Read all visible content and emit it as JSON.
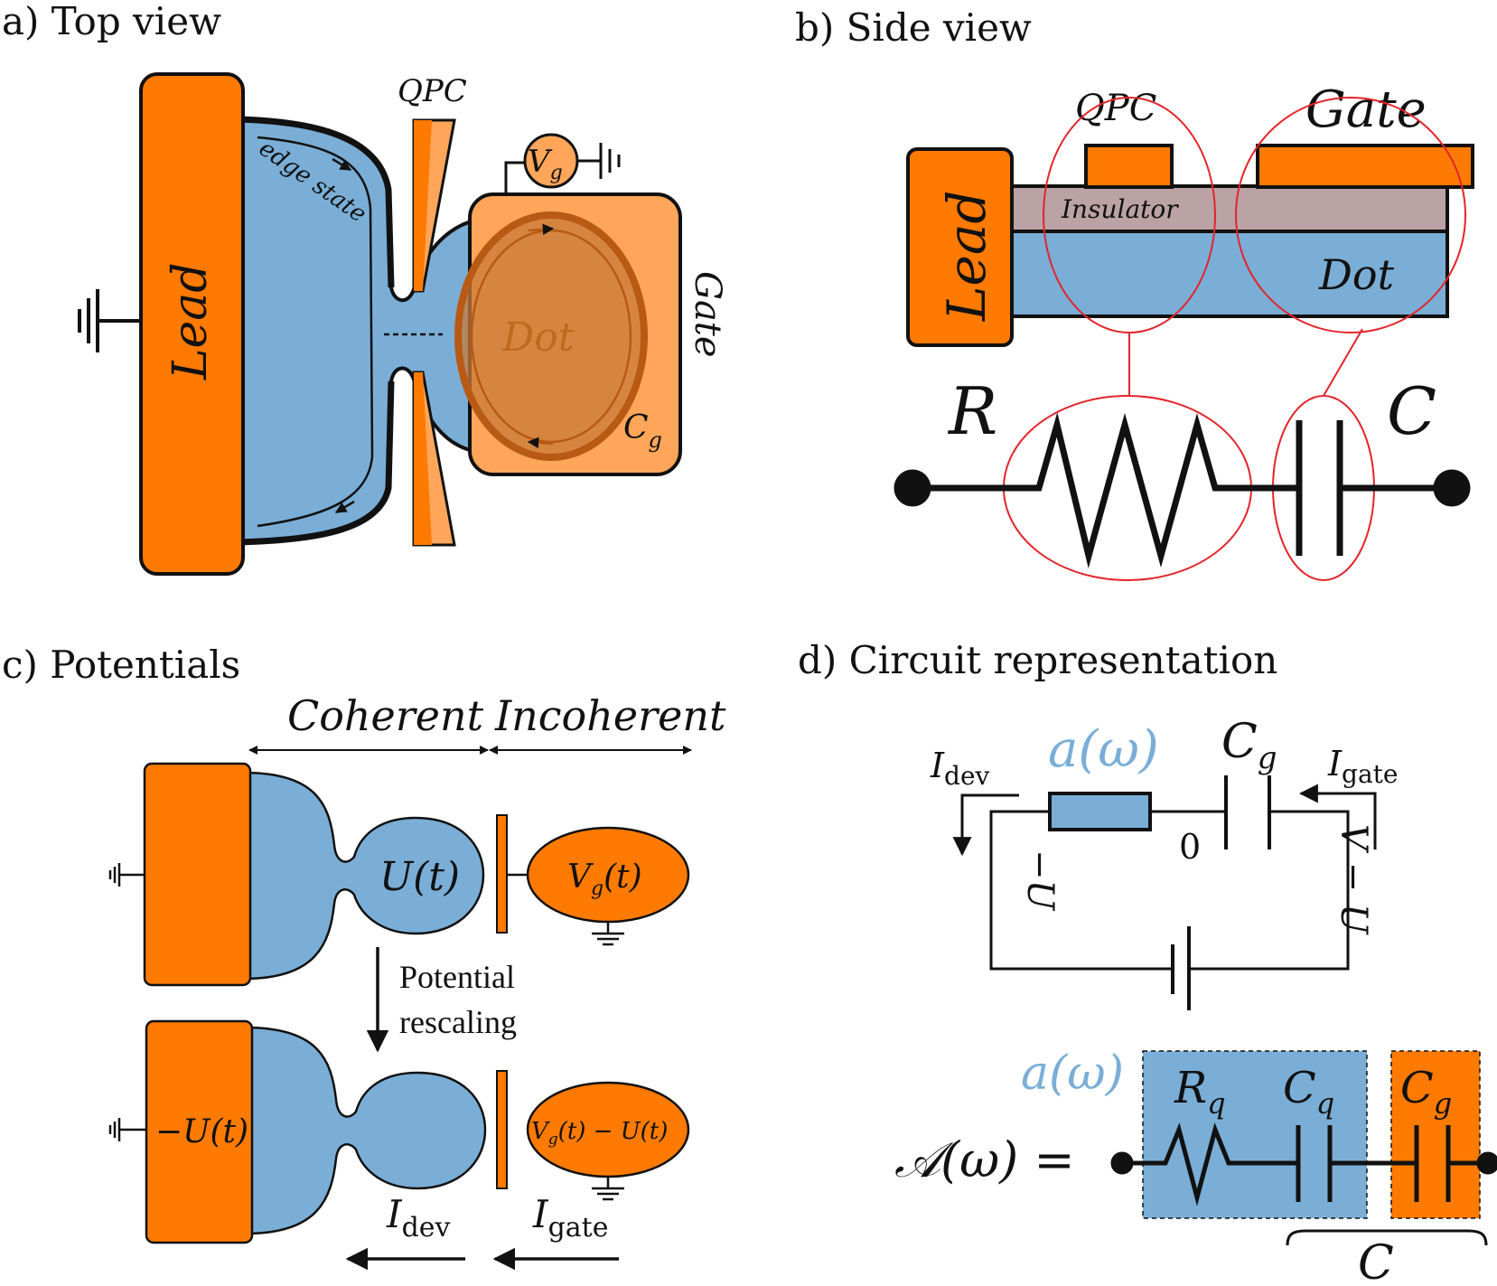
{
  "colors": {
    "orange": "#ff7a00",
    "light_orange": "#ffa65a",
    "blue": "#7aaed6",
    "insulator": "#bba2a4",
    "highlight_red": "#e3242b",
    "dark_orange": "#c8641e"
  },
  "panel_a": {
    "title": "a) Top view",
    "lead": "Lead",
    "qpc": "QPC",
    "edge_state": "edge state",
    "vg": "V",
    "vg_sub": "g",
    "dot": "Dot",
    "gate": "Gate",
    "cg": "C",
    "cg_sub": "g"
  },
  "panel_b": {
    "title": "b) Side view",
    "lead": "Lead",
    "qpc": "QPC",
    "gate": "Gate",
    "insulator": "Insulator",
    "dot": "Dot",
    "r": "R",
    "c": "C"
  },
  "panel_c": {
    "title": "c) Potentials",
    "coherent": "Coherent",
    "incoherent": "Incoherent",
    "u_t": "U(t)",
    "vg_t_main": "V",
    "vg_t_sub": "g",
    "vg_t_tail": "(t)",
    "rescaling_line1": "Potential",
    "rescaling_line2": "rescaling",
    "minus_u_t": "−U(t)",
    "vg_minus_u_main": "V",
    "vg_minus_u_sub": "g",
    "vg_minus_u_tail": "(t) − U(t)",
    "i_dev": "I",
    "i_dev_sub": "dev",
    "i_gate": "I",
    "i_gate_sub": "gate"
  },
  "panel_d": {
    "title": "d) Circuit representation",
    "i_dev": "I",
    "i_dev_sub": "dev",
    "a_omega": "a(ω)",
    "cg": "C",
    "cg_sub": "g",
    "i_gate": "I",
    "i_gate_sub": "gate",
    "zero": "0",
    "minus_u": "−U",
    "v_minus_u": "V − U",
    "a_omega_2": "a(ω)",
    "rq": "R",
    "rq_sub": "q",
    "cq": "C",
    "cq_sub": "q",
    "cg2": "C",
    "cg2_sub": "g",
    "big_a": "𝒜(ω) =",
    "c_total": "C"
  }
}
